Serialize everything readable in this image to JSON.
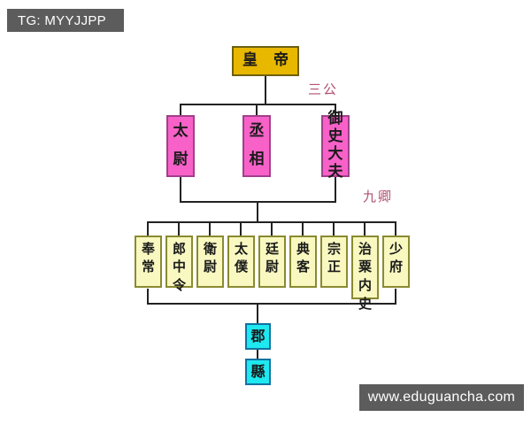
{
  "watermarks": {
    "telegram_tag": "TG: MYYJJPP",
    "website": "www.eduguancha.com"
  },
  "diagram": {
    "title_node": {
      "label": "皇帝",
      "chars": [
        "皇",
        "帝"
      ],
      "color": "#e8b700",
      "role": "emperor"
    },
    "group_labels": {
      "three_dukes": "三公",
      "nine_ministers": "九卿"
    },
    "three_dukes": [
      {
        "label": "太尉",
        "chars": [
          "太",
          "尉"
        ],
        "color": "#f761c8"
      },
      {
        "label": "丞相",
        "chars": [
          "丞",
          "相"
        ],
        "color": "#f761c8"
      },
      {
        "label": "御史大夫",
        "chars": [
          "御",
          "史",
          "大",
          "夫"
        ],
        "color": "#f761c8"
      }
    ],
    "nine_ministers": [
      {
        "label": "奉常",
        "chars": [
          "奉",
          "常"
        ],
        "color": "#f8f8c0"
      },
      {
        "label": "郎中令",
        "chars": [
          "郎",
          "中",
          "令"
        ],
        "color": "#f8f8c0"
      },
      {
        "label": "衛尉",
        "chars": [
          "衛",
          "尉"
        ],
        "color": "#f8f8c0"
      },
      {
        "label": "太僕",
        "chars": [
          "太",
          "僕"
        ],
        "color": "#f8f8c0"
      },
      {
        "label": "廷尉",
        "chars": [
          "廷",
          "尉"
        ],
        "color": "#f8f8c0"
      },
      {
        "label": "典客",
        "chars": [
          "典",
          "客"
        ],
        "color": "#f8f8c0"
      },
      {
        "label": "宗正",
        "chars": [
          "宗",
          "正"
        ],
        "color": "#f8f8c0"
      },
      {
        "label": "治粟内史",
        "chars": [
          "治",
          "粟",
          "内",
          "史"
        ],
        "color": "#f8f8c0"
      },
      {
        "label": "少府",
        "chars": [
          "少",
          "府"
        ],
        "color": "#f8f8c0"
      }
    ],
    "local_administration": [
      {
        "label": "郡",
        "chars": [
          "郡"
        ],
        "color": "#1ee8f0"
      },
      {
        "label": "縣",
        "chars": [
          "縣"
        ],
        "color": "#1ee8f0"
      }
    ]
  }
}
